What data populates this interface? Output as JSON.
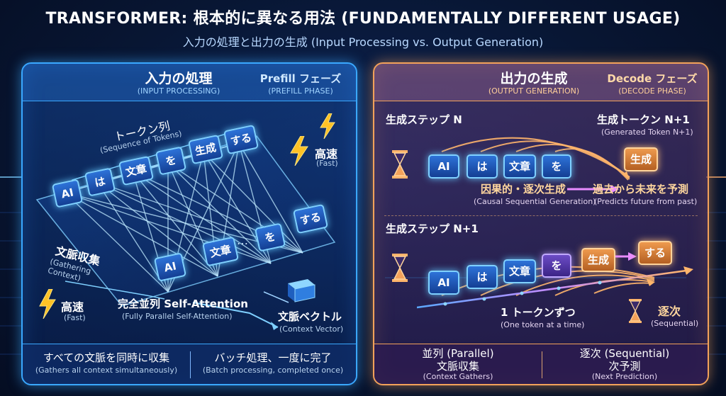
{
  "header": {
    "title": "TRANSFORMER: 根本的に異なる用法 (FUNDAMENTALLY DIFFERENT USAGE)",
    "subtitle": "入力の処理と出力の生成 (Input Processing vs. Output Generation)"
  },
  "left": {
    "title": "入力の処理",
    "title_en": "(INPUT PROCESSING)",
    "phase": "Prefill フェーズ",
    "phase_en": "(PREFILL PHASE)",
    "seq_label": "トークン列",
    "seq_label_en": "(Sequence of Tokens)",
    "tokens_top": [
      "AI",
      "は",
      "文章",
      "を",
      "生成",
      "する"
    ],
    "tokens_bottom": [
      "AI",
      "文章",
      "…",
      "を",
      "する"
    ],
    "gather": "文脈収集",
    "gather_en": "(Gathering Context)",
    "fast": "高速",
    "fast_en": "(Fast)",
    "fast2": "高速",
    "fast2_en": "(Fast)",
    "attention": "完全並列 Self-Attention",
    "attention_en": "(Fully Parallel Self-Attention)",
    "vector": "文脈ベクトル",
    "vector_en": "(Context Vector)",
    "foot1": "すべての文脈を同時に収集",
    "foot1_en": "(Gathers all context simultaneously)",
    "foot2": "バッチ処理、一度に完了",
    "foot2_en": "(Batch processing, completed once)"
  },
  "right": {
    "title": "出力の生成",
    "title_en": "(OUTPUT GENERATION)",
    "phase": "Decode フェーズ",
    "phase_en": "(DECODE PHASE)",
    "step1": "生成ステップ N",
    "gen_token": "生成トークン N+1",
    "gen_token_en": "(Generated Token N+1)",
    "tokens1": [
      "AI",
      "は",
      "文章",
      "を"
    ],
    "new1": "生成",
    "causal": "因果的・逐次生成",
    "causal_en": "(Causal Sequential Generation)",
    "predict": "過去から未来を予測",
    "predict_en": "(Predicts future from past)",
    "step2": "生成ステップ N+1",
    "tokens2": [
      "AI",
      "は",
      "文章",
      "を"
    ],
    "prev2": "生成",
    "new2": "する",
    "one_token": "1 トークンずつ",
    "one_token_en": "(One token at a time)",
    "sequential": "逐次",
    "sequential_en": "(Sequential)",
    "foot1": "並列 (Parallel)",
    "foot1_b": "文脈収集",
    "foot1_en": "(Context Gathers)",
    "foot2": "逐次 (Sequential)",
    "foot2_b": "次予測",
    "foot2_en": "(Next Prediction)"
  },
  "colors": {
    "blue_accent": "#3aa8ff",
    "orange_accent": "#f3a25a",
    "purple_token": "#6c4cc6"
  }
}
